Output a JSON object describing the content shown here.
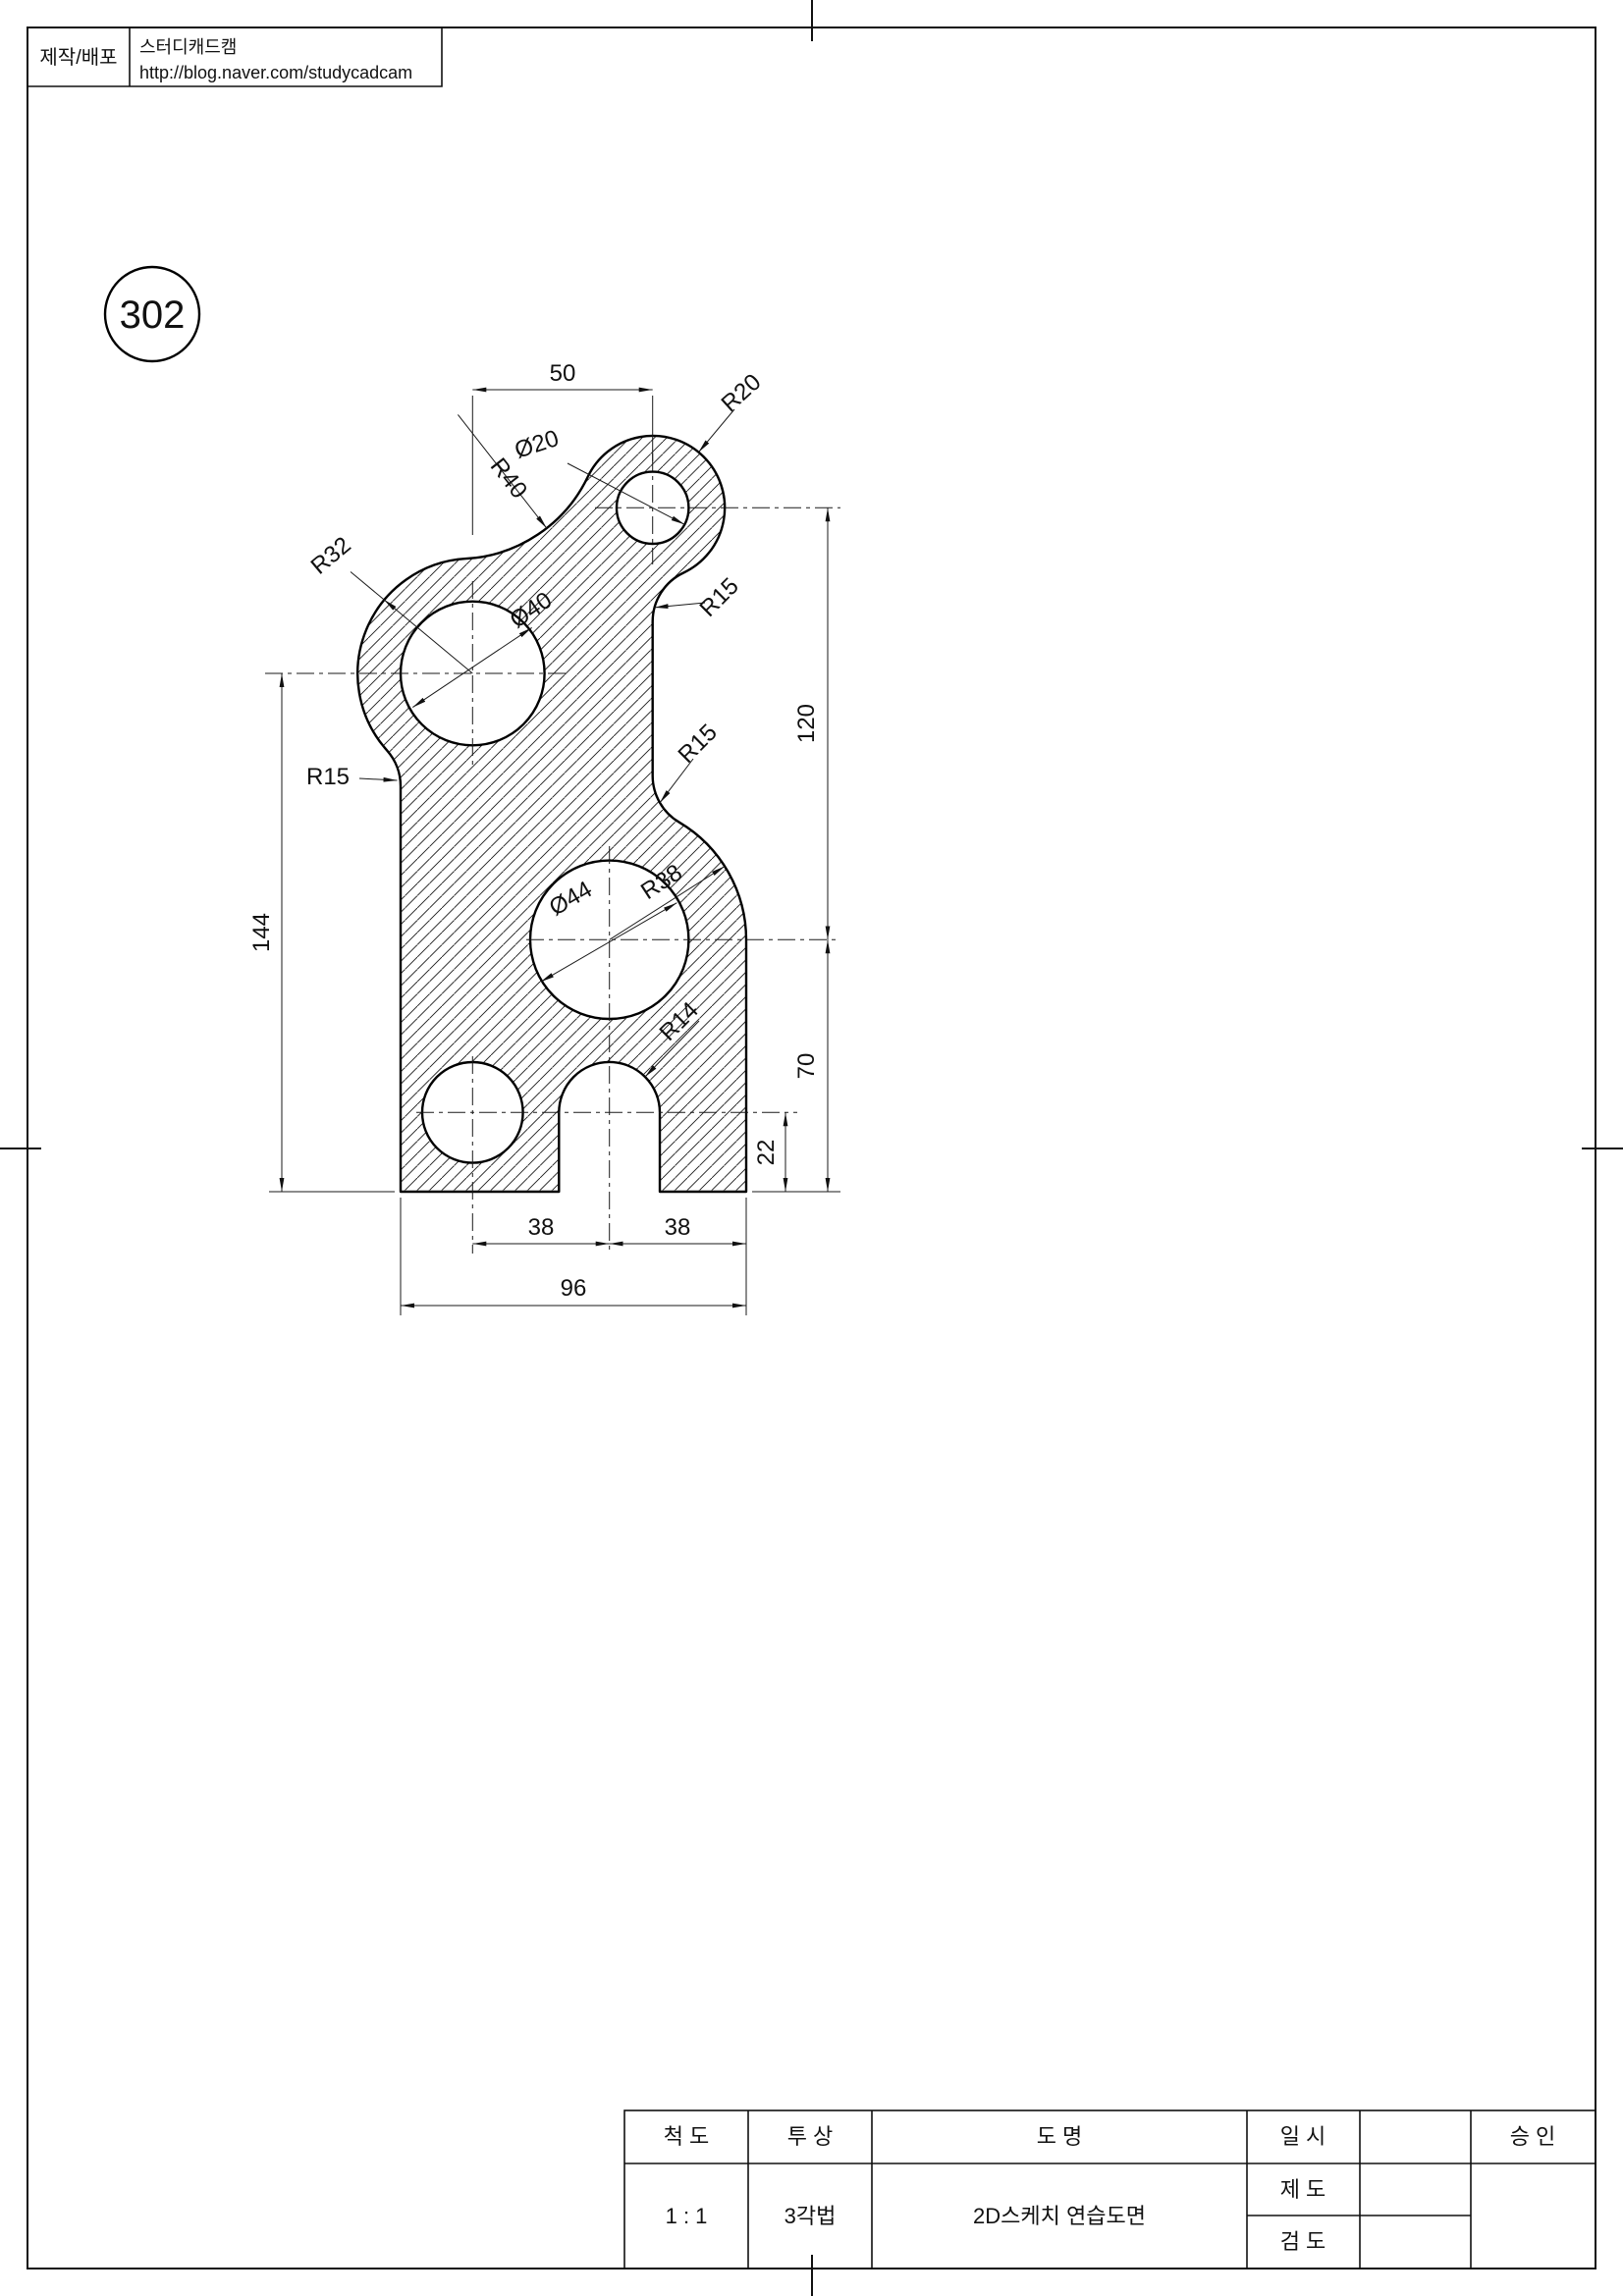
{
  "colors": {
    "background": "#ffffff",
    "ink": "#1a1a1a"
  },
  "header": {
    "label": "제작/배포",
    "brand": "스터디캐드캠",
    "url": "http://blog.naver.com/studycadcam"
  },
  "drawing_number": "302",
  "dims": {
    "top_width": "50",
    "right_upper": "120",
    "right_lower": "70",
    "slot_height": "22",
    "left_height": "144",
    "bottom_left": "38",
    "bottom_right": "38",
    "bottom_total": "96"
  },
  "labels": {
    "r20": "R20",
    "r40": "R40",
    "r32": "R32",
    "r38": "R38",
    "r14": "R14",
    "r15_top": "R15",
    "r15_right": "R15",
    "r15_left": "R15",
    "dia20": "Ø20",
    "dia40": "Ø40",
    "dia44": "Ø44"
  },
  "title_block": {
    "scale_label": "척 도",
    "projection_label": "투 상",
    "name_label": "도   명",
    "date_label": "일 시",
    "approve_label": "승 인",
    "draft_label": "제 도",
    "check_label": "검 도",
    "scale": "1 : 1",
    "projection": "3각법",
    "name": "2D스케치 연습도면"
  }
}
